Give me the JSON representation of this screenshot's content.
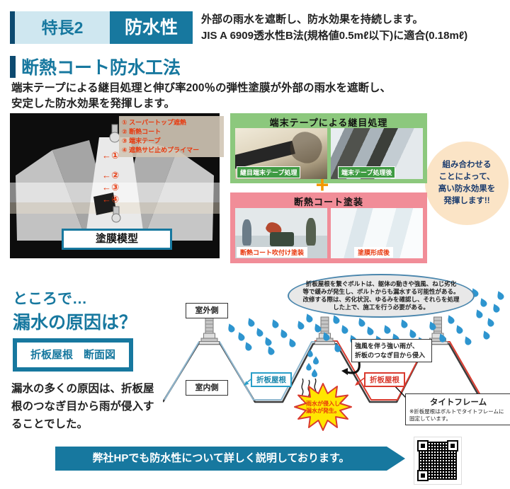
{
  "colors": {
    "teal": "#17789f",
    "navy": "#0d4a70",
    "lightblue": "#cfe7f0",
    "green": "#8cc87d",
    "green_dark": "#3f9b43",
    "pink": "#f18d98",
    "red": "#e8380d",
    "roof_red": "#d93a2e",
    "roof_blue": "#8fb7cf",
    "orange": "#f39800",
    "cream": "#fbe4c6",
    "cream_text": "#1c3c6e",
    "rain": "#2e95cf",
    "yellow": "#ffe600"
  },
  "header": {
    "feature_label": "特長2",
    "feature_name": "防水性",
    "line1": "外部の雨水を遮断し、防水効果を持続します。",
    "line2": "JIS A 6909透水性B法(規格値0.5mℓ以下)に適合(0.18mℓ)"
  },
  "method": {
    "title": "断熱コート防水工法",
    "desc1": "端末テープによる継目処理と伸び率200％の弾性塗膜が外部の雨水を遮断し、",
    "desc2": "安定した防水効果を発揮します。"
  },
  "model": {
    "legend": [
      "① スーパートップ遮熱",
      "② 断熱コート",
      "③ 端末テープ",
      "④ 遮熱サビ止めプライマー"
    ],
    "arrows": [
      "←①",
      "←②",
      "←③",
      "←④"
    ],
    "caption": "塗膜模型"
  },
  "tape_box": {
    "title": "端末テープによる継目処理",
    "badge1": "継目端末テープ処理",
    "badge2": "端末テープ処理後"
  },
  "plus_sign": "+",
  "coat_box": {
    "title": "断熱コート塗装",
    "badge1": "断熱コート吹付け塗装",
    "badge2": "塗膜形成後"
  },
  "note_circle": {
    "lines": [
      "組み合わせる",
      "ことによって、",
      "高い防水効果を",
      "発揮します!!"
    ]
  },
  "cause": {
    "intro": "ところで…",
    "question": "漏水の原因は？",
    "label": "折板屋根　断面図",
    "desc": "漏水の多くの原因は、折板屋根のつなぎ目から雨が侵入することでした。"
  },
  "diagram": {
    "bubble": [
      "折板屋根を繋ぐボルトは、躯体の動きや強風、ねじ劣化",
      "等で緩みが発生し、ボルトからも漏水する可能性がある。",
      "改修する際は、劣化状況、ゆるみを確認し、それらを処理",
      "した上で、施工を行う必要がある。"
    ],
    "outside_label": "室外側",
    "inside_label": "室内側",
    "roof_label_blue": "折板屋根",
    "roof_label_red": "折板屋根",
    "wind_line1": "強風を伴う強い雨が、",
    "wind_line2": "折板のつなぎ目から侵入",
    "burst_line1": "雨水が侵入し",
    "burst_line2": "漏水が発生。",
    "frame_title": "タイトフレーム",
    "frame_note": "※折板屋根はボルトでタイトフレームに固定しています。"
  },
  "footer": {
    "banner": "弊社HPでも防水性について詳しく説明しております。"
  }
}
